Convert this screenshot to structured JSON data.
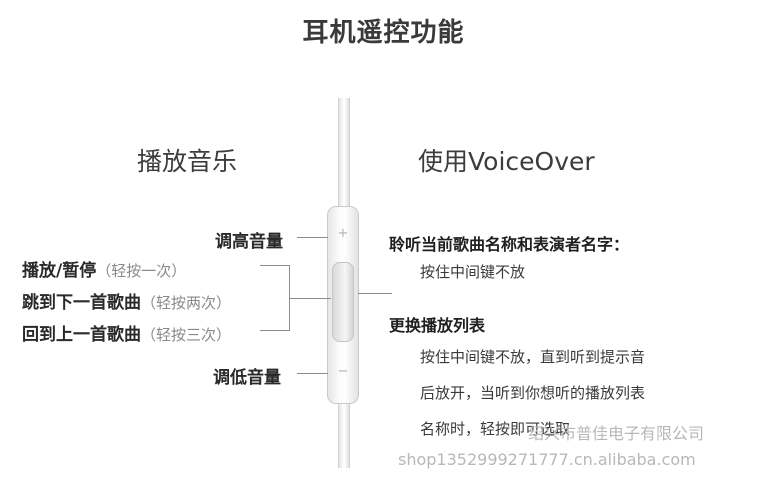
{
  "title": "耳机遥控功能",
  "left": {
    "heading": "播放音乐",
    "volume_up": "调高音量",
    "play_pause": "播放/暂停",
    "play_pause_hint": "（轻按一次）",
    "next_track": "跳到下一首歌曲",
    "next_track_hint": "（轻按两次）",
    "prev_track": "回到上一首歌曲",
    "prev_track_hint": "（轻按三次）",
    "volume_down": "调低音量"
  },
  "right": {
    "heading": "使用VoiceOver",
    "item1_title": "聆听当前歌曲名称和表演者名字：",
    "item1_desc": "按住中间键不放",
    "item2_title": "更换播放列表",
    "item2_desc_line1": "按住中间键不放，直到听到提示音",
    "item2_desc_line2": "后放开，当听到你想听的播放列表",
    "item2_desc_line3": "名称时，轻按即可选取"
  },
  "watermark": {
    "company": "绍兴市普佳电子有限公司",
    "shop": "shop1352999271777.cn.alibaba.com"
  },
  "icons": {
    "plus": "plus-icon",
    "minus": "minus-icon"
  }
}
